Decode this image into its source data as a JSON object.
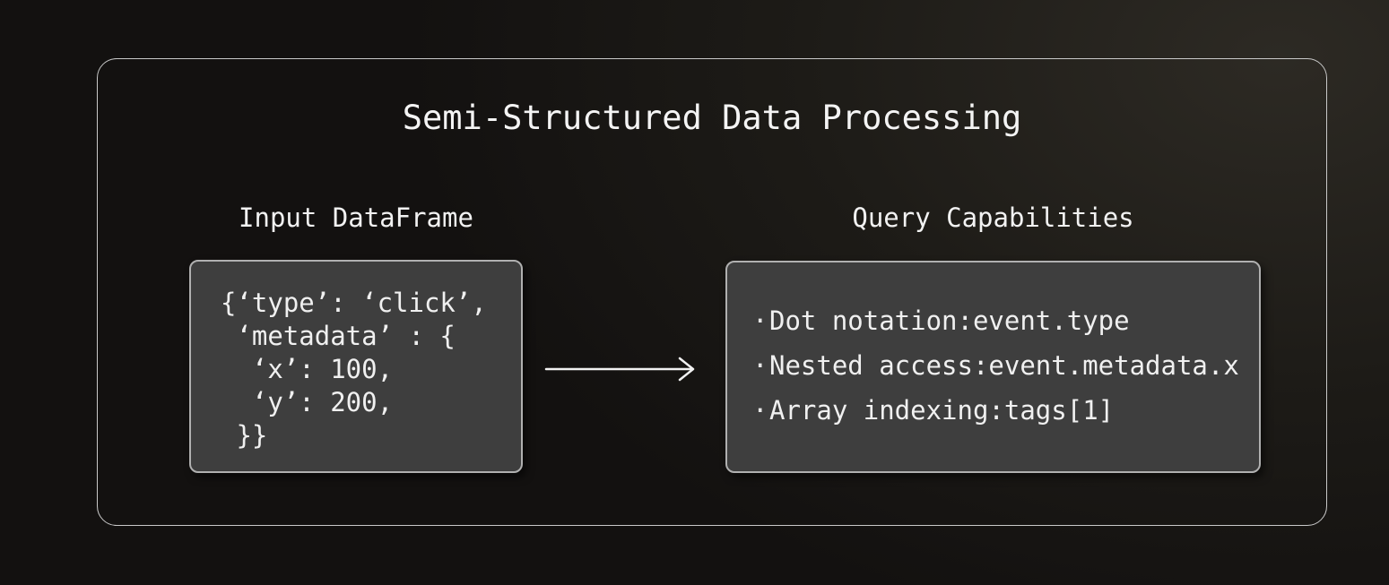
{
  "diagram": {
    "title": "Semi-Structured Data Processing",
    "bullet_char": "·",
    "left": {
      "label": "Input DataFrame",
      "code": "{‘type’: ‘click’,\n ‘metadata’ : {\n  ‘x’: 100,\n  ‘y’: 200,\n }}"
    },
    "right": {
      "label": "Query Capabilities",
      "bullets": [
        "Dot notation:event.type",
        "Nested access:event.metadata.x",
        "Array indexing:tags[1]"
      ]
    },
    "arrow": {
      "direction": "left-to-right"
    },
    "colors": {
      "background_dark": "#131110",
      "background_light": "#2d2a24",
      "panel_border": "#c9c9c9",
      "box_fill": "#3e3e3e",
      "box_border": "#b0b0b0",
      "text": "#f2f2f2",
      "arrow": "#f2f2f2"
    }
  }
}
